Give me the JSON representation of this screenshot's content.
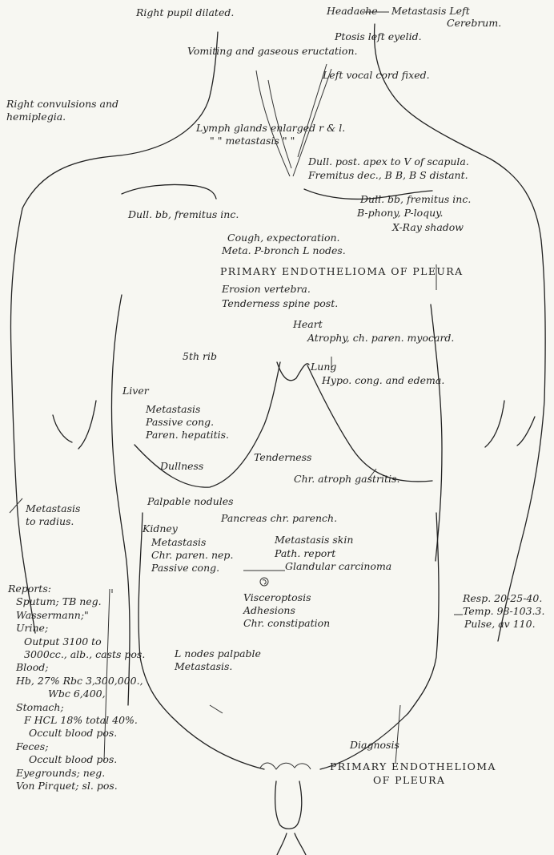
{
  "labels": {
    "right_pupil": "Right pupil dilated.",
    "headache": "Headache",
    "metastasis_left": "Metastasis Left",
    "cerebrum": "Cerebrum.",
    "ptosis": "Ptosis left eyelid.",
    "vomiting": "Vomiting and gaseous eructation.",
    "vocal_cord": "Left vocal cord fixed.",
    "right_convulsions": "Right convulsions and",
    "hemiplegia": "hemiplegia.",
    "lymph_glands": "Lymph glands enlarged r & l.",
    "ditto_metastasis": "\"       \"    metastasis \"  \"",
    "dull_post": "Dull. post. apex to V of scapula.",
    "fremitus_dec": "Fremitus dec., B B, B S distant.",
    "dull_bb_right": "Dull. bb, fremitus inc.",
    "dull_bb_left": "Dull. bb, fremitus inc.",
    "bphony": "B-phony,   P-loquy.",
    "xray": "X-Ray shadow",
    "cough": "Cough, expectoration.",
    "meta_bronch": "Meta. P-bronch L nodes.",
    "primary_top": "PRIMARY ENDOTHELIOMA OF PLEURA",
    "erosion": "Erosion vertebra.",
    "tenderness_spine": "Tenderness spine post.",
    "heart": "Heart",
    "atrophy": "Atrophy, ch. paren. myocard.",
    "fifth_rib": "5th rib",
    "lung": "Lung",
    "hypo_cong": "Hypo. cong. and edema.",
    "liver": "Liver",
    "metastasis_liver": "Metastasis",
    "passive_cong": "Passive cong.",
    "paren_hepatitis": "Paren. hepatitis.",
    "tenderness": "Tenderness",
    "dullness": "Dullness",
    "chr_atroph": "Chr. atroph gastritis.",
    "metastasis_radius_1": "Metastasis",
    "metastasis_radius_2": "to radius.",
    "palpable_nodules": "Palpable nodules",
    "pancreas": "Pancreas chr. parench.",
    "metastasis_skin": "Metastasis skin",
    "path_report": "Path. report",
    "glandular": "Glandular carcinoma",
    "kidney": "Kidney",
    "metastasis_kidney": "Metastasis",
    "chr_paren_nep": "Chr. paren. nep.",
    "passive_cong_kidney": "Passive cong.",
    "visceroptosis": "Visceroptosis",
    "adhesions": "Adhesions",
    "chr_constipation": "Chr. constipation",
    "resp": "Resp. 20-25-40.",
    "temp": "Temp. 98-103.3.",
    "pulse": "Pulse, av 110.",
    "l_nodes_palpable": "L nodes palpable",
    "metastasis_lnodes": "Metastasis.",
    "diagnosis": "Diagnosis",
    "primary_bottom_1": "PRIMARY ENDOTHELIOMA",
    "primary_bottom_2": "OF PLEURA"
  },
  "reports": {
    "title": "Reports:",
    "lines": [
      "Sputum; TB neg.",
      "Wassermann;\"",
      "Urine;",
      "Output 3100 to",
      "3000cc., alb., casts pos.",
      "Blood;",
      "Hb, 27% Rbc 3,300,000.,",
      "Wbc 6,400,",
      "Stomach;",
      "F HCL 18% total 40%.",
      "Occult blood pos.",
      "Feces;",
      "Occult blood pos.",
      "Eyegrounds; neg.",
      "Von Pirquet; sl. pos."
    ]
  }
}
